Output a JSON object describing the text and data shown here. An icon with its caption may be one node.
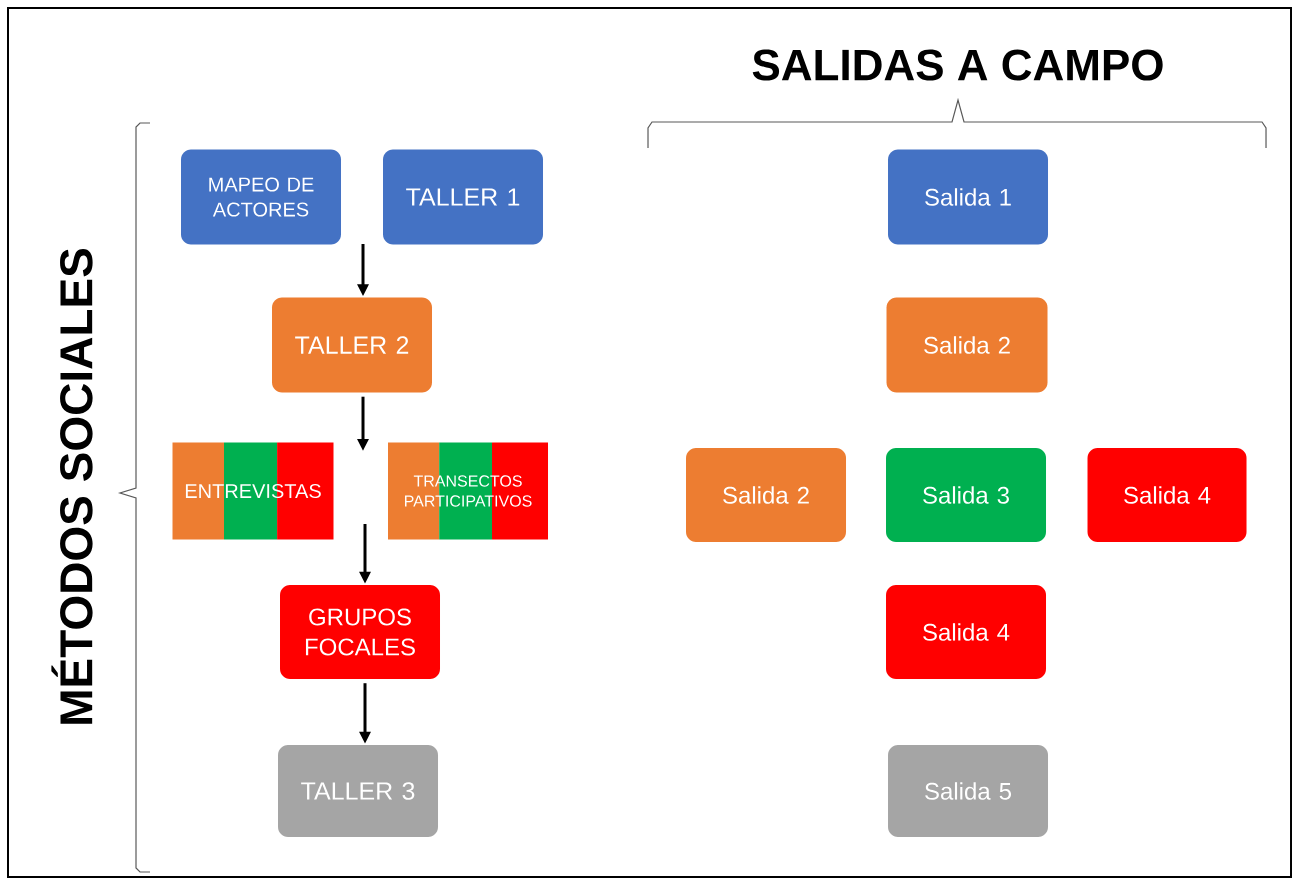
{
  "diagram": {
    "nodes": [
      {
        "text": [
          "MAPEO DE ACTORES"
        ]
      },
      {
        "text": [
          "TALLER 1"
        ]
      },
      {
        "text": [
          "TALLER 2"
        ]
      },
      {
        "text": [
          "ENTREVISTAS"
        ]
      },
      {
        "text": [
          "TRANSECTOS PARTICIPATIVOS"
        ]
      },
      {
        "text": [
          "GRUPOS FOCALES"
        ]
      },
      {
        "text": [
          "TALLER 3"
        ]
      },
      {
        "text": [
          "Salida 1"
        ]
      },
      {
        "text": [
          "Salida 2"
        ]
      },
      {
        "text": [
          "Salida 2"
        ]
      },
      {
        "text": [
          "Salida 3"
        ]
      },
      {
        "text": [
          "Salida 4"
        ]
      },
      {
        "text": [
          "Salida 4"
        ]
      },
      {
        "text": [
          "Salida 5"
        ]
      }
    ],
    "edges": [
      {
        "from": null,
        "to": 2,
        "arrow": "to"
      },
      {
        "from": 2,
        "to": null,
        "arrow": "to"
      },
      {
        "from": null,
        "to": 5,
        "arrow": "to"
      },
      {
        "from": 5,
        "to": 6,
        "arrow": "to"
      }
    ],
    "labels": [
      "MÉTODOS SOCIALES",
      "SALIDAS A CAMPO"
    ]
  }
}
